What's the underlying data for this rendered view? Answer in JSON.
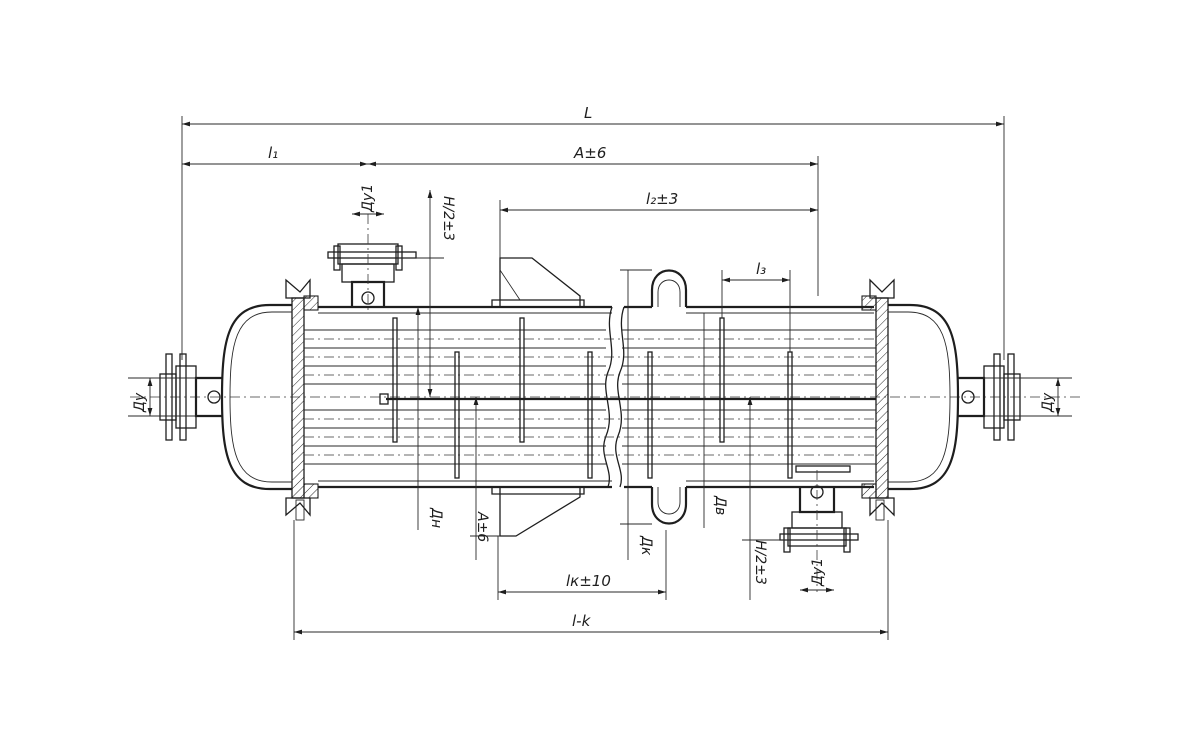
{
  "dimensions": {
    "L": "L",
    "l1": "l₁",
    "A6": "A±6",
    "l2_3": "l₂±3",
    "l3": "l₃",
    "lk_10": "lк±10",
    "l_k": "l-k",
    "Du1_top": "Ду1",
    "Du1_bottom": "Ду1",
    "Du_left": "Ду",
    "Du_right": "Ду",
    "H2_3_top": "H/2±3",
    "H2_3_bottom": "H/2±3",
    "Dn": "Дн",
    "A6_vert": "A±6",
    "Dk": "Дк",
    "Dv": "Дв"
  }
}
